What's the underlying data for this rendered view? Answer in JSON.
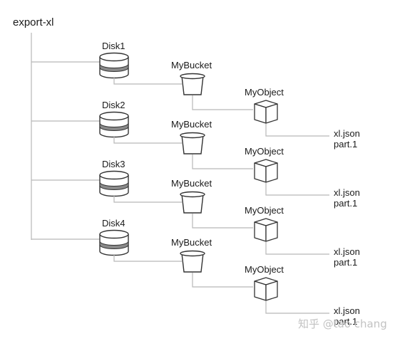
{
  "root": {
    "label": "export-xl"
  },
  "disks": [
    {
      "label": "Disk1",
      "bucket": "MyBucket",
      "object": "MyObject",
      "files": [
        "xl.json",
        "part.1"
      ]
    },
    {
      "label": "Disk2",
      "bucket": "MyBucket",
      "object": "MyObject",
      "files": [
        "xl.json",
        "part.1"
      ]
    },
    {
      "label": "Disk3",
      "bucket": "MyBucket",
      "object": "MyObject",
      "files": [
        "xl.json",
        "part.1"
      ]
    },
    {
      "label": "Disk4",
      "bucket": "MyBucket",
      "object": "MyObject",
      "files": [
        "xl.json",
        "part.1"
      ]
    }
  ],
  "watermark": "知乎 @tao chang",
  "colors": {
    "line": "#b8b8b8",
    "stroke": "#333333",
    "disk_band": "#8a8a8a",
    "text": "#1a1a1a",
    "watermark": "#c2c2c2"
  },
  "icons": {
    "disk": "disk-icon",
    "bucket": "bucket-icon",
    "object": "cube-icon"
  }
}
